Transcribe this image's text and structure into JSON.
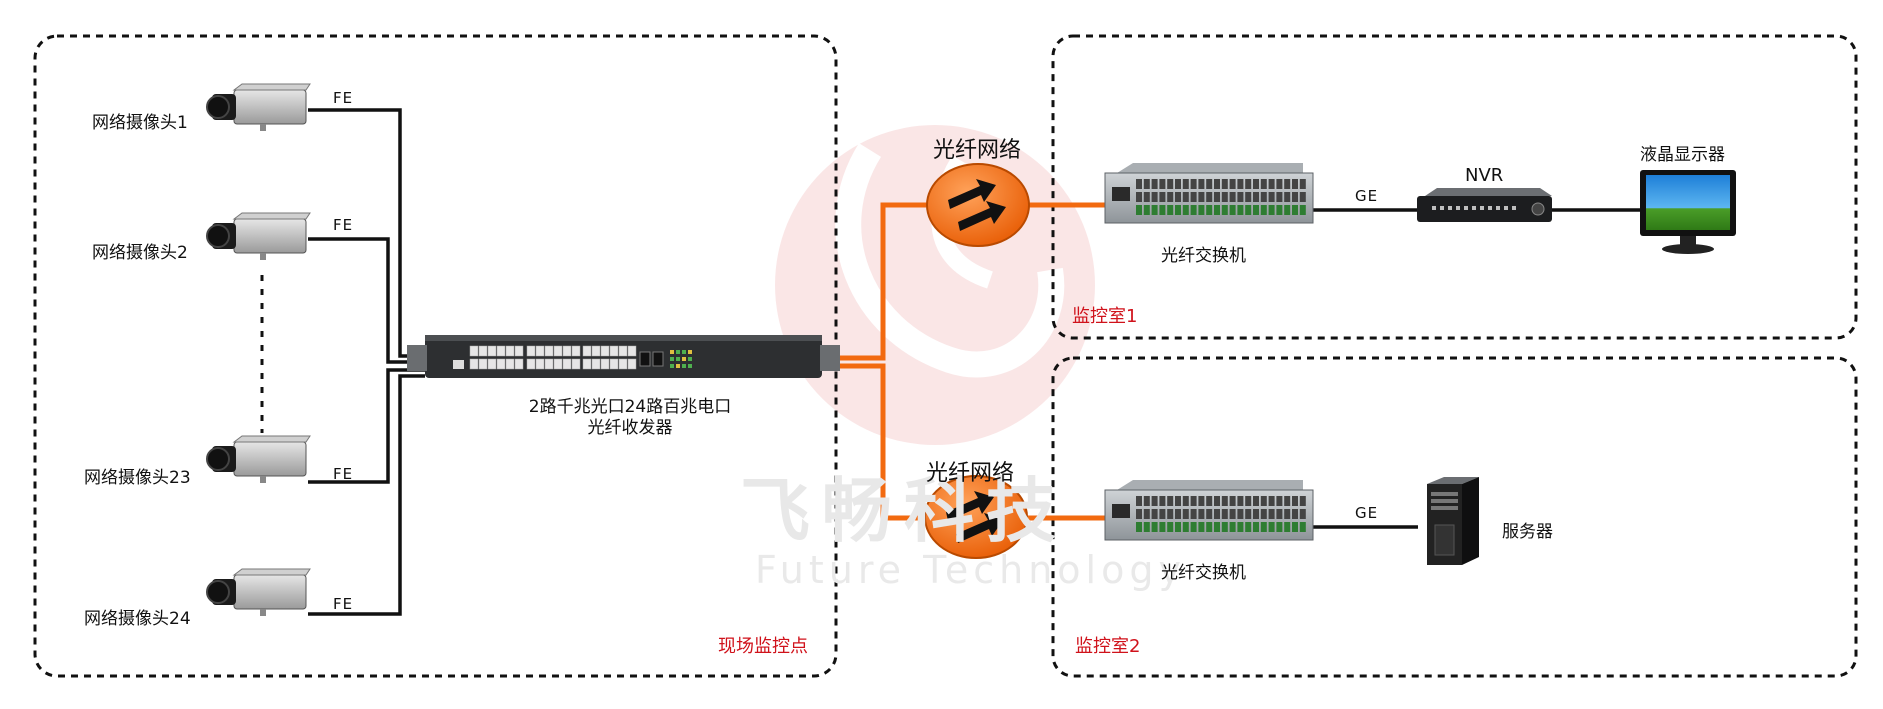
{
  "colors": {
    "fiber": "#f26a10",
    "fiber_dark": "#c94d00",
    "cable": "#111111",
    "zone_label": "#d0121b",
    "watermark": "#f6d9d9"
  },
  "watermark": {
    "cn": "飞畅科技",
    "en": "Future Technology"
  },
  "site": {
    "zone_label": "现场监控点",
    "cameras": [
      {
        "label": "网络摄像头1",
        "link": "FE"
      },
      {
        "label": "网络摄像头2",
        "link": "FE"
      },
      {
        "label": "网络摄像头23",
        "link": "FE"
      },
      {
        "label": "网络摄像头24",
        "link": "FE"
      }
    ],
    "transceiver": {
      "line1": "2路千兆光口24路百兆电口",
      "line2": "光纤收发器"
    }
  },
  "networks": {
    "upper": "光纤网络",
    "lower": "光纤网络"
  },
  "room1": {
    "zone_label": "监控室1",
    "switch": "光纤交换机",
    "link": "GE",
    "nvr": "NVR",
    "monitor": "液晶显示器"
  },
  "room2": {
    "zone_label": "监控室2",
    "switch": "光纤交换机",
    "link": "GE",
    "server": "服务器"
  }
}
